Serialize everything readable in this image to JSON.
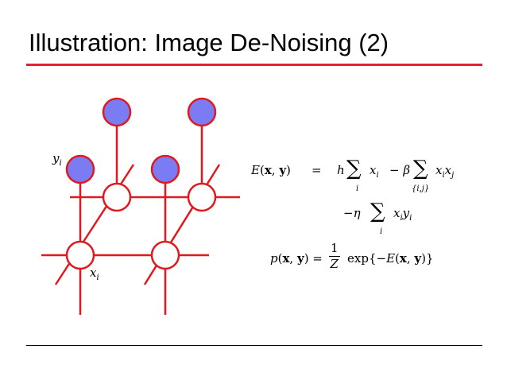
{
  "slide": {
    "title": "Illustration: Image De-Noising (2)"
  },
  "graph": {
    "label_y": "y",
    "label_y_sub": "i",
    "label_x": "x",
    "label_x_sub": "i",
    "colors": {
      "edge": "#e0191e",
      "observed_fill": "#7b7cf3",
      "hidden_fill": "#ffffff"
    }
  },
  "equations": {
    "energy_lhs": "E(x, y)",
    "equals": "=",
    "h": "h",
    "sum_index_i": "i",
    "x_i": "x",
    "x_i_sub": "i",
    "minus_beta": "− β",
    "sum_index_ij": "{i,j}",
    "xixj": "x",
    "xixj_sub1": "i",
    "xixj_x2": "x",
    "xixj_sub2": "j",
    "minus_eta": "−η",
    "xiyi": "x",
    "xiyi_sub1": "i",
    "xiyi_y": "y",
    "xiyi_sub2": "i",
    "p_lhs": "p(x, y) =",
    "frac_num": "1",
    "frac_den": "Z",
    "exp_rhs": "exp{−E(x, y)}"
  }
}
